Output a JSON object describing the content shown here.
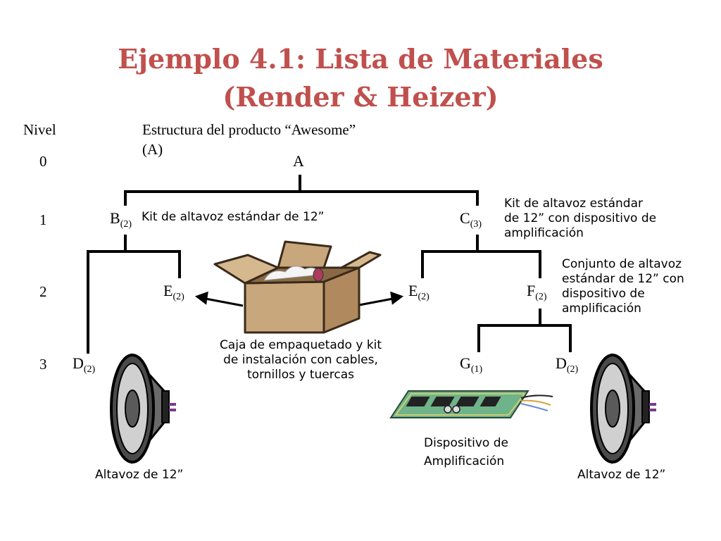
{
  "title": {
    "line1": "Ejemplo 4.1: Lista de Materiales",
    "line2": "(Render & Heizer)"
  },
  "headers": {
    "level": "Nivel",
    "structure_line1": "Estructura del producto “Awesome”",
    "structure_line2": "(A)"
  },
  "levels": [
    "0",
    "1",
    "2",
    "3"
  ],
  "nodes": {
    "A": {
      "letter": "A",
      "qty": ""
    },
    "B": {
      "letter": "B",
      "qty": "(2)"
    },
    "C": {
      "letter": "C",
      "qty": "(3)"
    },
    "E1": {
      "letter": "E",
      "qty": "(2)"
    },
    "E2": {
      "letter": "E",
      "qty": "(2)"
    },
    "F": {
      "letter": "F",
      "qty": "(2)"
    },
    "D1": {
      "letter": "D",
      "qty": "(2)"
    },
    "G": {
      "letter": "G",
      "qty": "(1)"
    },
    "D2": {
      "letter": "D",
      "qty": "(2)"
    }
  },
  "descriptions": {
    "b_kit": "Kit de altavoz estándar de 12”",
    "c_kit": [
      "Kit de altavoz estándar",
      "de 12” con dispositivo de",
      "amplificación"
    ],
    "f_assembly": [
      "Conjunto de altavoz",
      "estándar  de 12” con",
      "dispositivo de",
      "amplificación"
    ],
    "box": [
      "Caja de empaquetado y kit",
      "de instalación con cables,",
      "tornillos y tuercas"
    ],
    "amplifier": [
      "Dispositivo de",
      "Amplificación"
    ],
    "speaker_left": "Altavoz de 12”",
    "speaker_right": "Altavoz de 12”"
  },
  "colors": {
    "title": "#c0504d",
    "line": "#000000",
    "box": "#c9a77c",
    "board": "#6fb38a"
  }
}
